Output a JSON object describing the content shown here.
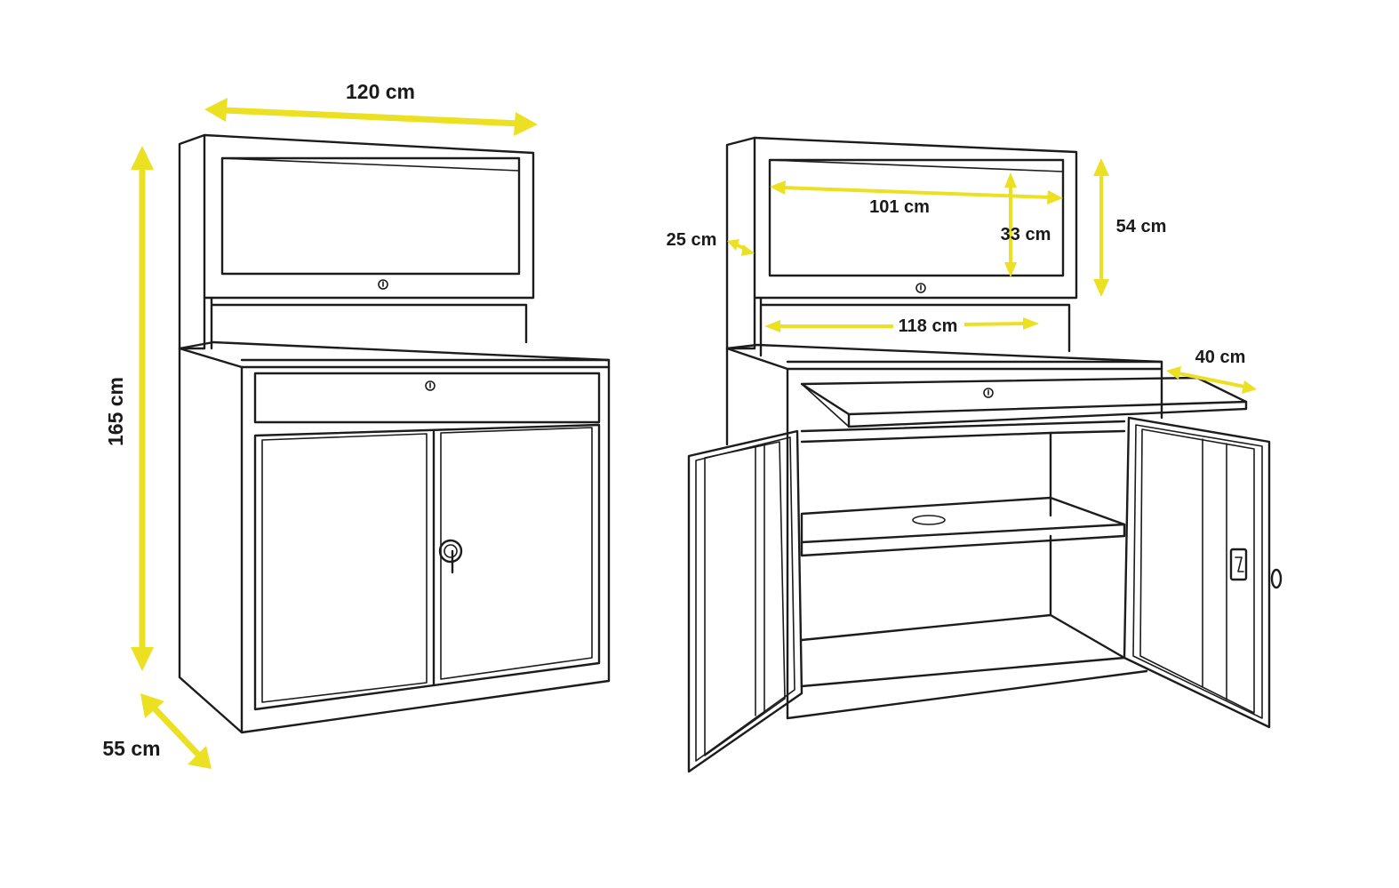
{
  "colors": {
    "line": "#1c1c1c",
    "dimension_arrow": "#ece023",
    "label": "#1a1a1a",
    "background": "#ffffff"
  },
  "closed_cabinet": {
    "width_label": "120 cm",
    "height_label": "165 cm",
    "depth_label": "55 cm"
  },
  "open_cabinet": {
    "side_depth_label": "25 cm",
    "window_width_label": "101 cm",
    "window_height_label": "33 cm",
    "top_height_label": "54 cm",
    "shelf_width_label": "118 cm",
    "pullout_depth_label": "40 cm"
  }
}
